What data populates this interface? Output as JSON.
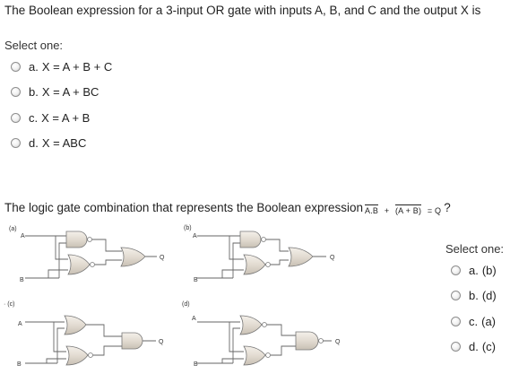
{
  "question1": {
    "text": "The Boolean expression for a 3-input OR gate with inputs A, B, and C and the output X is",
    "select_label": "Select one:",
    "options": [
      {
        "letter": "a.",
        "text": "X = A + B + C"
      },
      {
        "letter": "b.",
        "text": "X = A + BC"
      },
      {
        "letter": "c.",
        "text": "X = A + B"
      },
      {
        "letter": "d.",
        "text": "X = ABC"
      }
    ]
  },
  "question2": {
    "text_before": "The logic gate combination that represents the Boolean expression",
    "expr_part1": "A.B",
    "expr_plus": "+",
    "expr_part2": "(A + B)",
    "expr_eq": "= Q",
    "text_after": "?",
    "select_label": "Select one:",
    "options": [
      {
        "letter": "a.",
        "text": "(b)"
      },
      {
        "letter": "b.",
        "text": "(d)"
      },
      {
        "letter": "c.",
        "text": "(a)"
      },
      {
        "letter": "d.",
        "text": "(c)"
      }
    ]
  },
  "figures": {
    "a": {
      "label": "(a)",
      "in_a": "A",
      "in_b": "B",
      "out": "Q"
    },
    "b": {
      "label": "(b)",
      "in_a": "A",
      "in_b": "B",
      "out": "Q"
    },
    "c": {
      "label": "· (c)",
      "in_a": "A",
      "in_b": "B",
      "out": "Q"
    },
    "d": {
      "label": "(d)",
      "in_a": "A",
      "in_b": "B",
      "out": "Q"
    }
  }
}
